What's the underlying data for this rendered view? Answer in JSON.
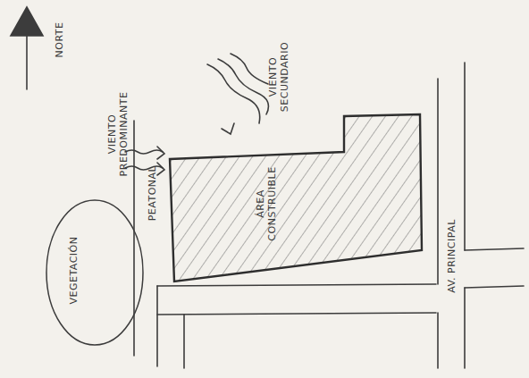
{
  "diagram": {
    "nodes": [
      {
        "text": [
          "VEGETACIÓN"
        ]
      },
      {
        "text": [
          "ÁREA CONSTRUIBLE"
        ]
      }
    ],
    "labels": [
      "NORTE",
      "VIENTO PREDOMINANTE",
      "VIENTO SECUNDARIO",
      "PEATONAL",
      "AV. PRINCIPAL"
    ]
  }
}
